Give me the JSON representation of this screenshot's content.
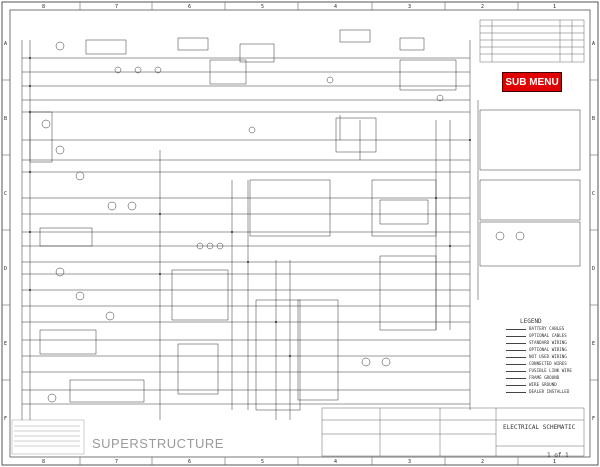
{
  "button": {
    "label": "SUB MENU"
  },
  "watermark": "SUPERSTRUCTURE",
  "title_block": {
    "title": "ELECTRICAL SCHEMATIC",
    "sheet": "1 of 1"
  },
  "legend": {
    "title": "LEGEND",
    "items": [
      "BATTERY CABLES",
      "OPTIONAL CABLES",
      "STANDARD WIRING",
      "OPTIONAL WIRING",
      "NOT USED WIRING",
      "CONNECTED WIRES",
      "FUSIBLE LINK WIRE",
      "FRAME GROUND",
      "WIRE GROUND",
      "DEALER INSTALLED"
    ]
  },
  "zone_labels": {
    "top": [
      "8",
      "7",
      "6",
      "5",
      "4",
      "3",
      "2",
      "1"
    ],
    "bottom": [
      "8",
      "7",
      "6",
      "5",
      "4",
      "3",
      "2",
      "1"
    ],
    "left": [
      "A",
      "B",
      "C",
      "D",
      "E",
      "F"
    ],
    "right": [
      "A",
      "B",
      "C",
      "D",
      "E",
      "F"
    ]
  }
}
